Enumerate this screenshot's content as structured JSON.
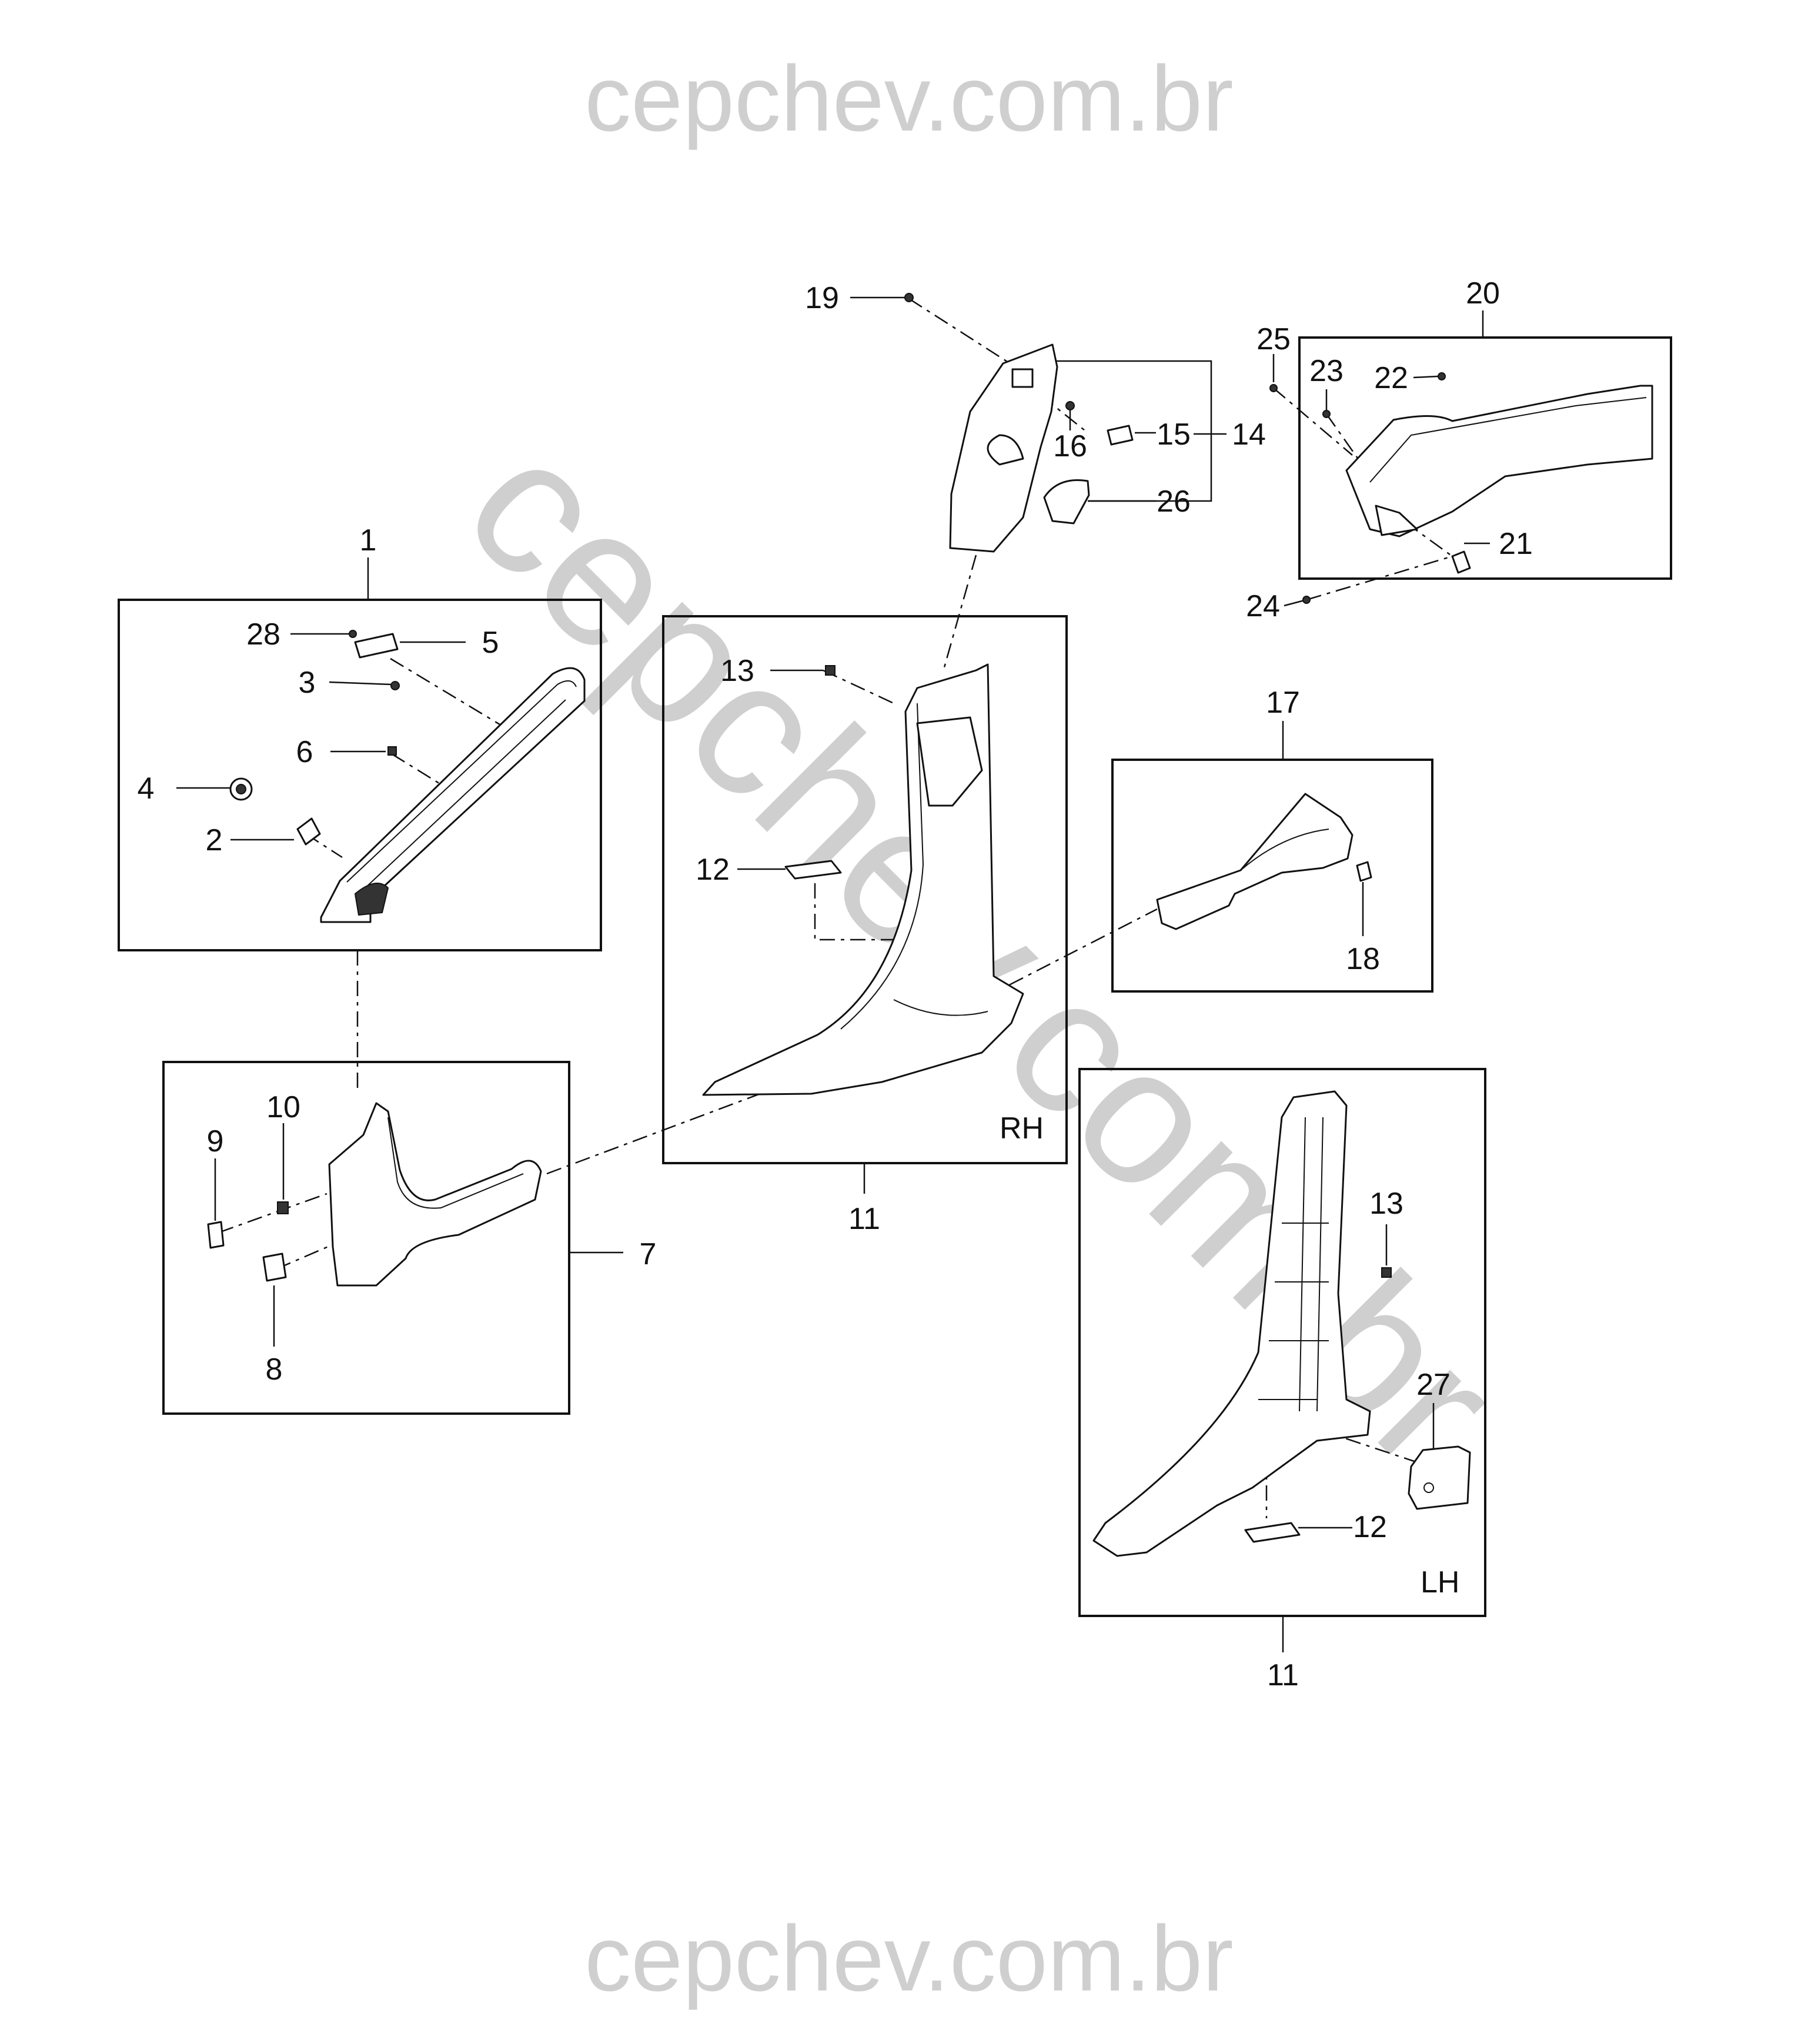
{
  "watermark": {
    "top": "cepchev.com.br",
    "diagonal": "cepchev.com.br",
    "bottom": "cepchev.com.br"
  },
  "boxes": {
    "rh_tag": "RH",
    "lh_tag": "LH"
  },
  "callouts": [
    "1",
    "2",
    "3",
    "4",
    "5",
    "6",
    "7",
    "8",
    "9",
    "10",
    "11",
    "11",
    "12",
    "12",
    "13",
    "13",
    "14",
    "15",
    "16",
    "17",
    "18",
    "19",
    "20",
    "21",
    "22",
    "23",
    "24",
    "25",
    "26",
    "27",
    "28"
  ],
  "colors": {
    "ink": "#111111",
    "watermark": "#cfcfcf",
    "background": "#ffffff"
  }
}
